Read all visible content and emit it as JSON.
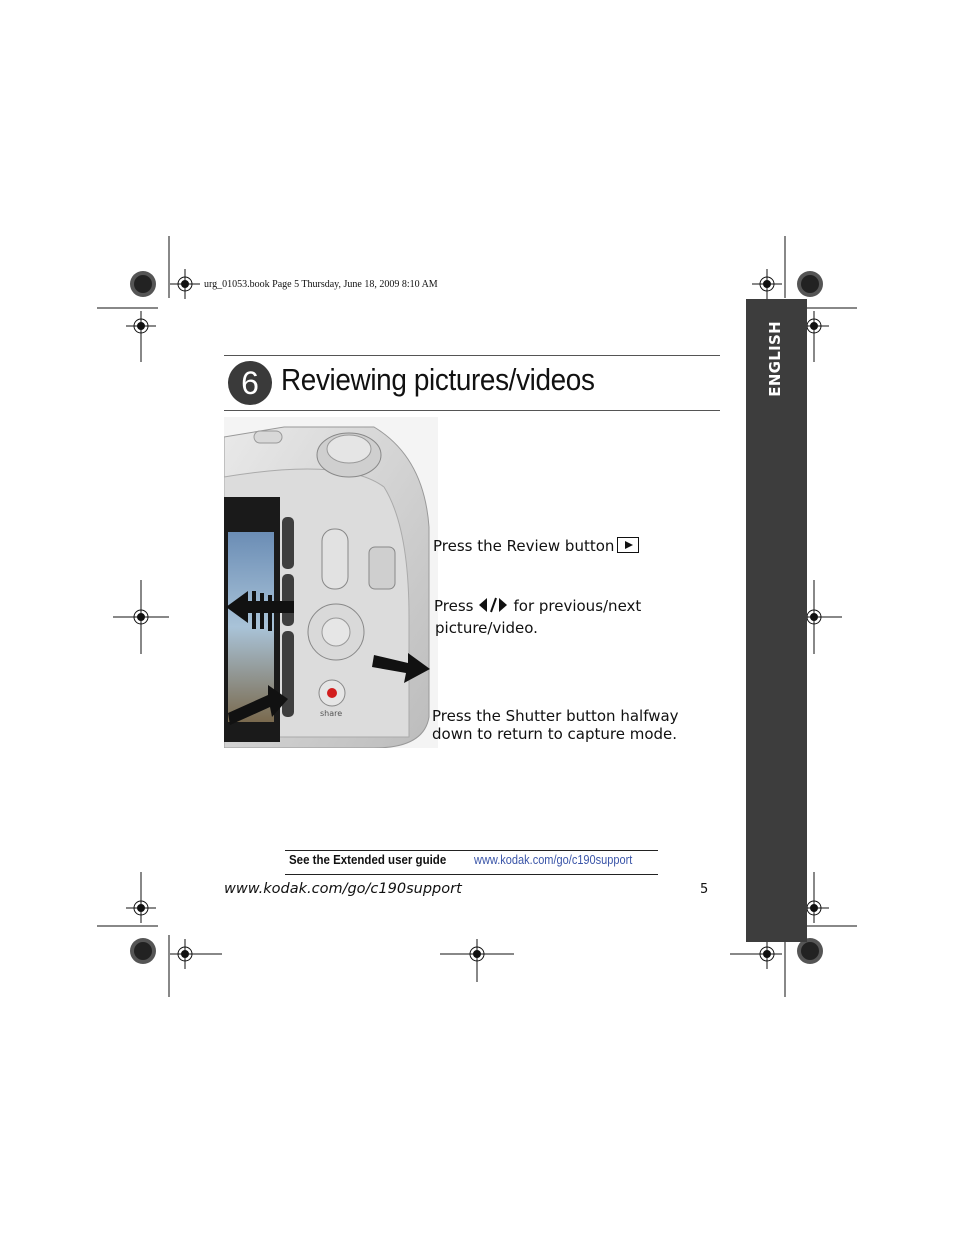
{
  "header": {
    "file_meta": "urg_01053.book  Page 5  Thursday, June 18, 2009  8:10 AM"
  },
  "section": {
    "number": "6",
    "title": "Reviewing pictures/videos"
  },
  "side_tab": {
    "label": "ENGLISH"
  },
  "instructions": {
    "review": "Press the Review button",
    "prev_next_prefix": "Press",
    "prev_next_suffix": "for previous/next",
    "prev_next_line2": "picture/video.",
    "shutter_line1": "Press the Shutter button halfway",
    "shutter_line2": "down to return to capture mode."
  },
  "camera_image": {
    "button_label": "share"
  },
  "extended_guide": {
    "label": "See the Extended user guide",
    "link": "www.kodak.com/go/c190support"
  },
  "footer": {
    "url": "www.kodak.com/go/c190support",
    "page_number": "5"
  }
}
